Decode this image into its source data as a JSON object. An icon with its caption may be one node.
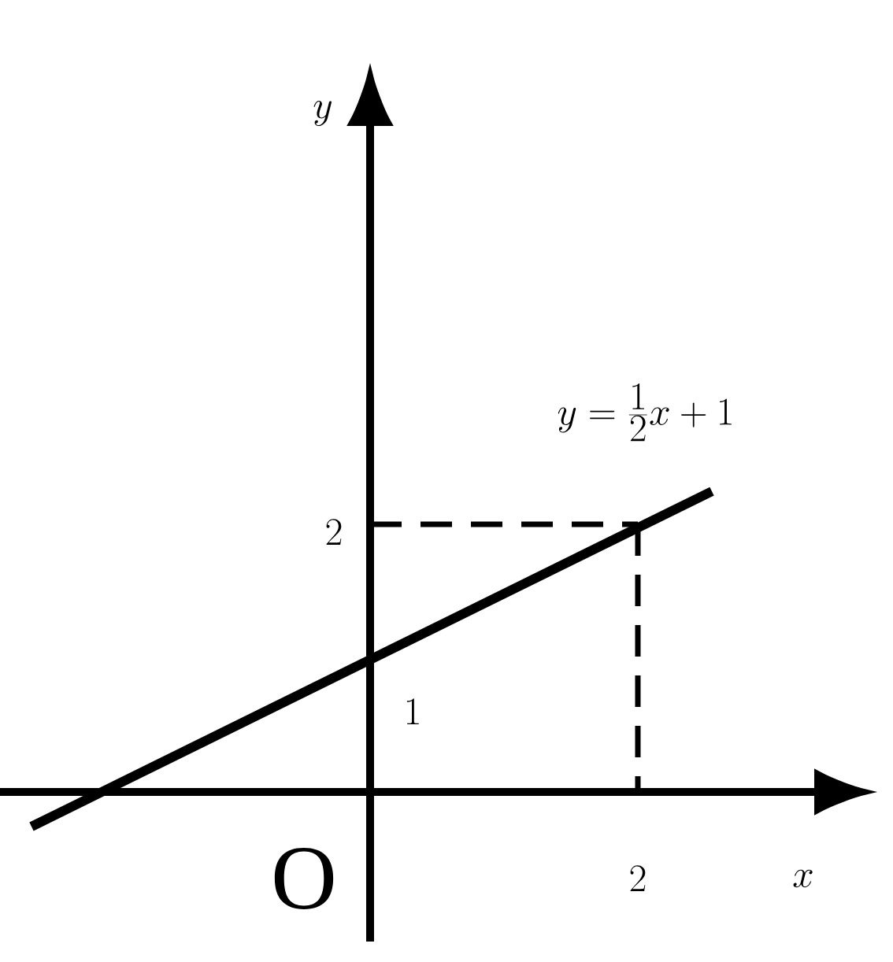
{
  "diagram": {
    "labels": [
      "y",
      "y=\\frac{1}{2}x+1",
      "2",
      "1",
      "O",
      "2",
      "x"
    ]
  }
}
